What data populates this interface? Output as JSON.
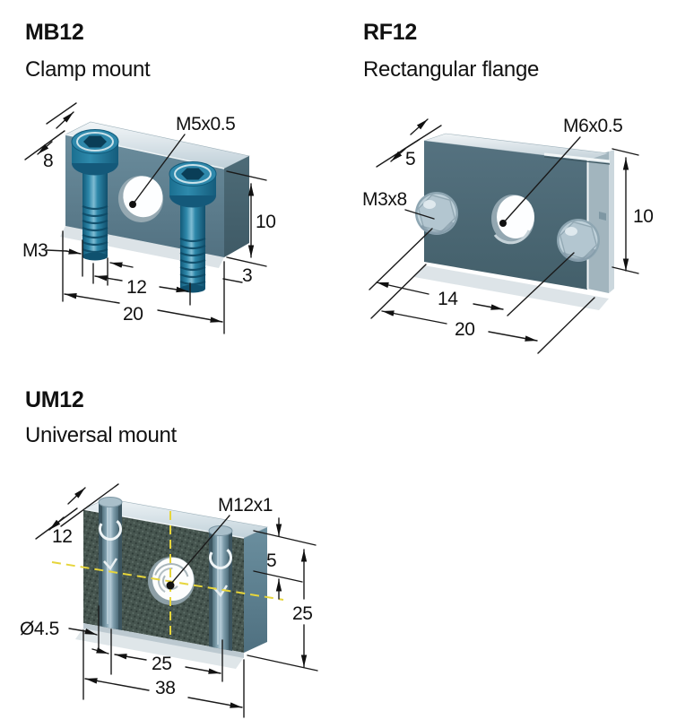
{
  "page": {
    "background": "#ffffff"
  },
  "colors": {
    "text": "#111111",
    "drawing_line": "#1a1a1a",
    "clamp_block_front": "#5d7f8f",
    "clamp_block_side": "#47646f",
    "top_face_light": "#d2dde4",
    "teal_screw": "#2e88ab",
    "teal_screw_dark": "#11506d",
    "flange_front": "#4e6b77",
    "flange_back_plate": "#a2b5be",
    "metal_screw": "#b9cbd5",
    "knurl_face": "#46554f",
    "slot_screw": "#8aa9b8",
    "centerline_yellow": "#e6d53b",
    "shadow": "#dde4e8"
  },
  "sections": [
    {
      "id": "MB12",
      "title": "MB12",
      "subtitle": "Clamp mount",
      "dims": {
        "depth": "8",
        "center_thread": "M5x0.5",
        "screw_thread": "M3",
        "height": "10",
        "base_offset": "3",
        "screw_spacing": "12",
        "width": "20"
      }
    },
    {
      "id": "RF12",
      "title": "RF12",
      "subtitle": "Rectangular flange",
      "dims": {
        "depth": "5",
        "center_thread": "M6x0.5",
        "screw": "M3x8",
        "height": "10",
        "hole_spacing": "14",
        "width": "20"
      }
    },
    {
      "id": "UM12",
      "title": "UM12",
      "subtitle": "Universal mount",
      "dims": {
        "depth": "12",
        "center_thread": "M12x1",
        "slot_top_offset": "5",
        "height": "25",
        "slot_diameter": "Ø4.5",
        "slot_spacing": "25",
        "width": "38"
      }
    }
  ]
}
